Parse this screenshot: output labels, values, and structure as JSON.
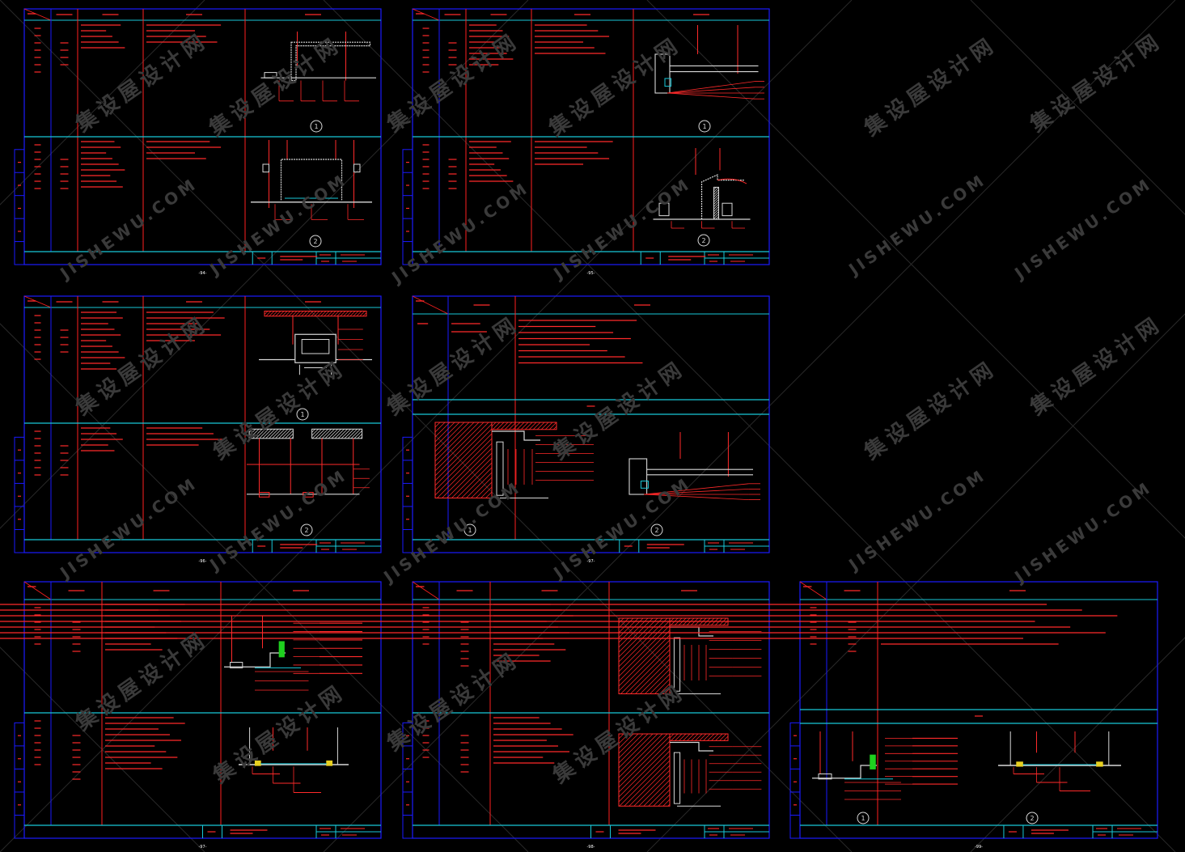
{
  "watermark": {
    "cn": "集设屋设计网",
    "en": "JISHEWU.COM"
  },
  "palette": {
    "background": "#000000",
    "frame": "#1a1aff",
    "divider_cyan": "#18c8d8",
    "divider_red": "#ff2020",
    "annotation": "#ff2a2a",
    "structure_white": "#d8d8d8",
    "watermark": "#3a3a3a"
  },
  "sheets": [
    {
      "id": "sheet-1",
      "page_label": "-94-",
      "detail_marks": [
        "1",
        "2"
      ]
    },
    {
      "id": "sheet-2",
      "page_label": "-95-",
      "detail_marks": [
        "1",
        "2"
      ]
    },
    {
      "id": "sheet-3",
      "page_label": "-96-",
      "detail_marks": [
        "1",
        "2"
      ]
    },
    {
      "id": "sheet-4",
      "page_label": "-97-",
      "detail_marks": [
        "1",
        "2"
      ]
    },
    {
      "id": "sheet-5",
      "page_label": "-97-",
      "detail_marks": []
    },
    {
      "id": "sheet-6",
      "page_label": "-98-",
      "detail_marks": []
    },
    {
      "id": "sheet-7",
      "page_label": "-99-",
      "detail_marks": [
        "1",
        "2"
      ]
    }
  ]
}
